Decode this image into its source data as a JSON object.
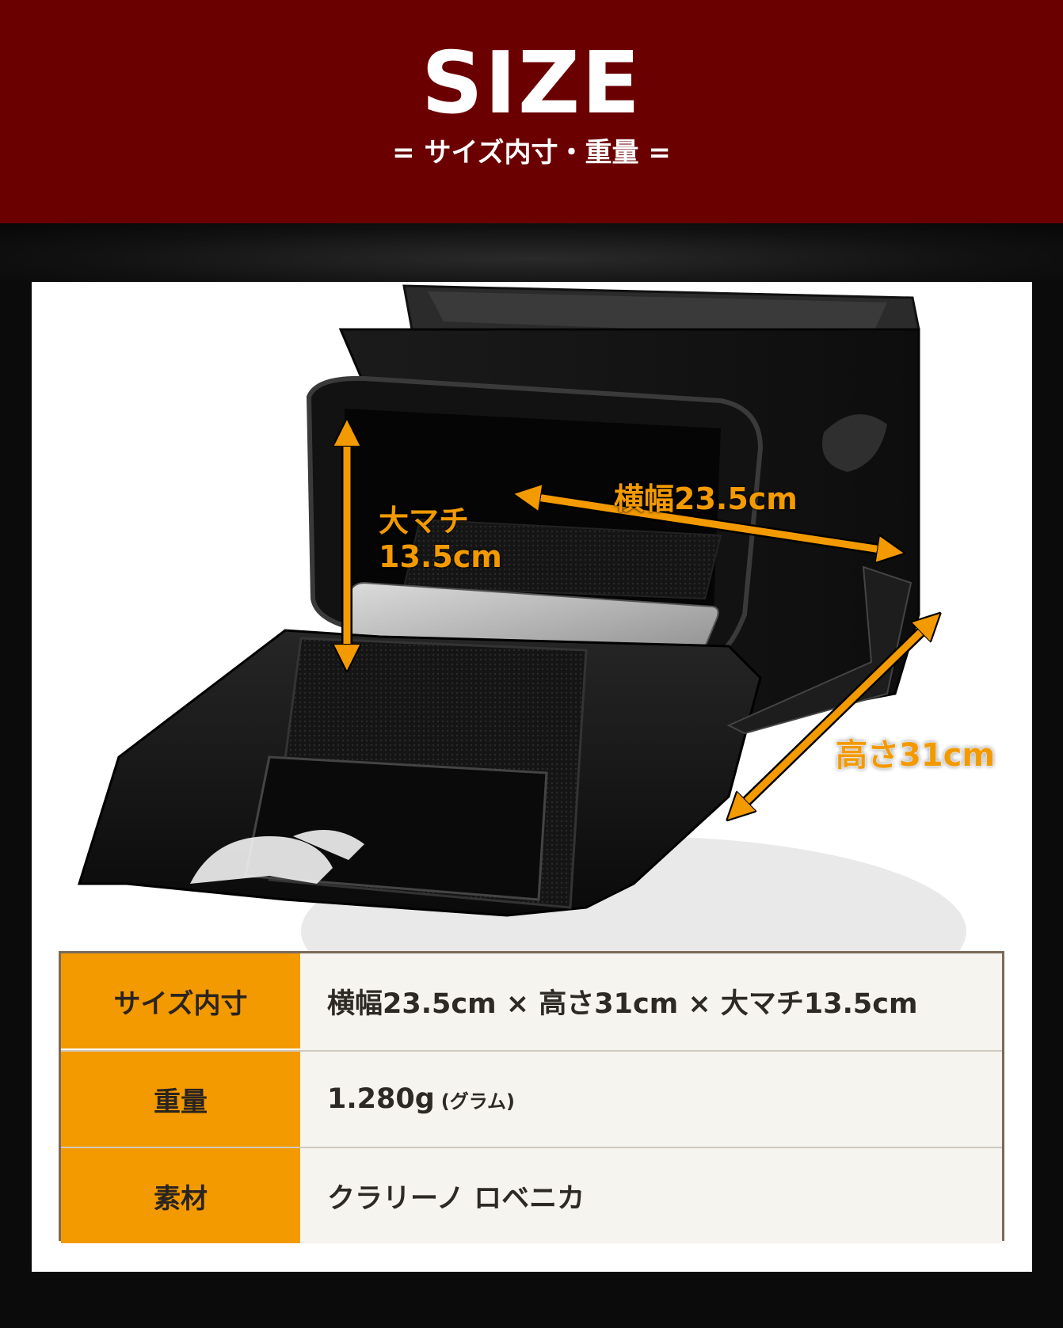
{
  "header": {
    "title": "SIZE",
    "subtitle": "= サイズ内寸・重量 ="
  },
  "dimensions": {
    "width_label": "横幅23.5cm",
    "depth_label_line1": "大マチ",
    "depth_label_line2": "13.5cm",
    "height_label": "高さ31cm"
  },
  "specs": [
    {
      "key": "サイズ内寸",
      "value": "横幅23.5cm × 高さ31cm × 大マチ13.5cm"
    },
    {
      "key": "重量",
      "value": "1.280g",
      "value_unit": "(グラム)"
    },
    {
      "key": "素材",
      "value": "クラリーノ ロベニカ"
    }
  ],
  "colors": {
    "header_bg": "#6b0000",
    "accent_orange": "#f39a00",
    "table_border": "#7a6a58"
  }
}
